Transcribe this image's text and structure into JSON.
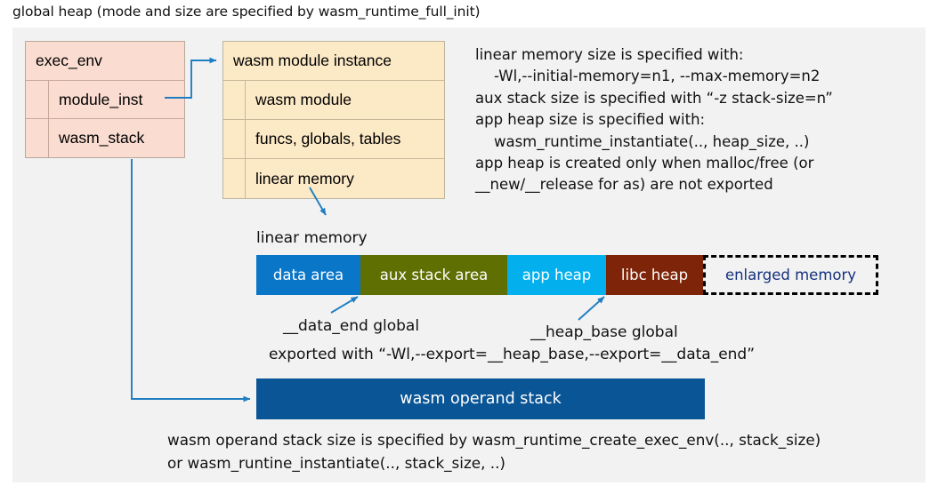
{
  "title": "global heap (mode and size are specified by wasm_runtime_full_init)",
  "colors": {
    "panel_bg": "#f2f2f2",
    "exec_env_fill": "#fadcd0",
    "module_inst_fill": "#fce9c6",
    "arrow": "#1f7ec2",
    "data_area": "#0a76c8",
    "aux_stack_area": "#5f6f02",
    "app_heap": "#03b0ed",
    "libc_heap": "#7e2408",
    "enlarged_memory_text": "#15317e",
    "operand_stack": "#0a5596"
  },
  "exec_env": {
    "header": "exec_env",
    "fields": [
      {
        "label": "module_inst"
      },
      {
        "label": "wasm_stack"
      }
    ]
  },
  "module_instance": {
    "header": "wasm module instance",
    "fields": [
      {
        "label": "wasm module"
      },
      {
        "label": "funcs, globals, tables"
      },
      {
        "label": "linear memory"
      }
    ]
  },
  "notes": "linear memory size is specified with:\n    -Wl,--initial-memory=n1, --max-memory=n2\naux stack size is specified with “-z stack-size=n”\napp heap size is specified with:\n    wasm_runtime_instantiate(.., heap_size, ..)\napp heap is created only when malloc/free (or\n__new/__release for as) are not exported",
  "linear_memory": {
    "label": "linear memory",
    "segments": [
      {
        "label": "data area",
        "color": "#0a76c8",
        "width": 117,
        "style": "solid"
      },
      {
        "label": "aux stack area",
        "color": "#5f6f02",
        "width": 165,
        "style": "solid"
      },
      {
        "label": "app heap",
        "color": "#03b0ed",
        "width": 111,
        "style": "solid"
      },
      {
        "label": "libc heap",
        "color": "#7e2408",
        "width": 109,
        "style": "solid"
      },
      {
        "label": "enlarged memory",
        "color": "#f2f2f2",
        "width": 197,
        "style": "dashed"
      }
    ]
  },
  "annotations": {
    "data_end": "__data_end global",
    "heap_base": "__heap_base global",
    "exported": "exported with “-Wl,--export=__heap_base,--export=__data_end”"
  },
  "operand_stack": {
    "label": "wasm operand stack",
    "note": "wasm operand stack size is specified by wasm_runtime_create_exec_env(.., stack_size)\nor wasm_runtine_instantiate(.., stack_size, ..)"
  }
}
